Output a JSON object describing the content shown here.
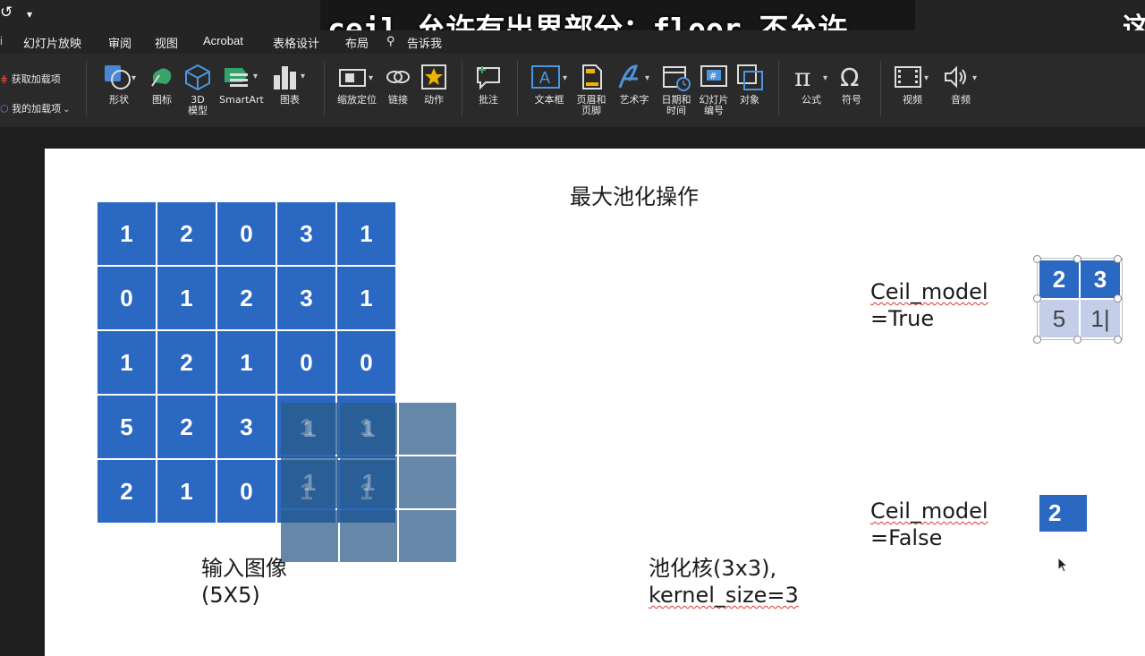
{
  "subtitle": "ceil 允许有出界部分；floor 不允许",
  "edge_char": "这",
  "tabs": [
    "幻灯片放映",
    "审阅",
    "视图",
    "Acrobat",
    "表格设计",
    "布局",
    "告诉我"
  ],
  "ribbon": {
    "addins": {
      "get": "获取加载项",
      "mine": "我的加载项"
    },
    "items": [
      {
        "label": "形状",
        "icon": "shapes-icon"
      },
      {
        "label": "图标",
        "icon": "icons-icon"
      },
      {
        "label": "3D\n模型",
        "icon": "3d-model-icon"
      },
      {
        "label": "SmartArt",
        "icon": "smartart-icon"
      },
      {
        "label": "图表",
        "icon": "chart-icon"
      },
      {
        "label": "缩放定位",
        "icon": "zoom-icon"
      },
      {
        "label": "链接",
        "icon": "link-icon"
      },
      {
        "label": "动作",
        "icon": "action-icon"
      },
      {
        "label": "批注",
        "icon": "comment-icon"
      },
      {
        "label": "文本框",
        "icon": "textbox-icon"
      },
      {
        "label": "页眉和\n页脚",
        "icon": "header-footer-icon"
      },
      {
        "label": "艺术字",
        "icon": "wordart-icon"
      },
      {
        "label": "日期和\n时间",
        "icon": "datetime-icon"
      },
      {
        "label": "幻灯片\n编号",
        "icon": "slide-number-icon"
      },
      {
        "label": "对象",
        "icon": "object-icon"
      },
      {
        "label": "公式",
        "icon": "equation-icon"
      },
      {
        "label": "符号",
        "icon": "symbol-icon"
      },
      {
        "label": "视频",
        "icon": "video-icon"
      },
      {
        "label": "音频",
        "icon": "audio-icon"
      }
    ]
  },
  "slide": {
    "title": "最大池化操作",
    "input_matrix": [
      [
        1,
        2,
        0,
        3,
        1
      ],
      [
        0,
        1,
        2,
        3,
        1
      ],
      [
        1,
        2,
        1,
        0,
        0
      ],
      [
        5,
        2,
        3,
        1,
        1
      ],
      [
        2,
        1,
        0,
        1,
        1
      ]
    ],
    "kernel_visible_values": [
      "1",
      "1",
      "",
      "1",
      "1",
      "",
      "",
      "",
      ""
    ],
    "input_caption_line1": "输入图像",
    "input_caption_line2": "(5X5)",
    "kernel_caption_line1": "池化核(3x3),",
    "kernel_caption_line2": "kernel_size=3",
    "ceil_true_label_line1": "Ceil_model",
    "ceil_true_label_line2": "=True",
    "ceil_true_result": [
      "2",
      "3",
      "5",
      "1|"
    ],
    "ceil_false_label_line1": "Ceil_model",
    "ceil_false_label_line2": "=False",
    "ceil_false_result": "2"
  },
  "colors": {
    "cell_blue": "#2a68c2",
    "kernel_overlay": "#2b5a86",
    "result_light": "#c5cee8",
    "subtitle_underline": "#e5282c"
  }
}
